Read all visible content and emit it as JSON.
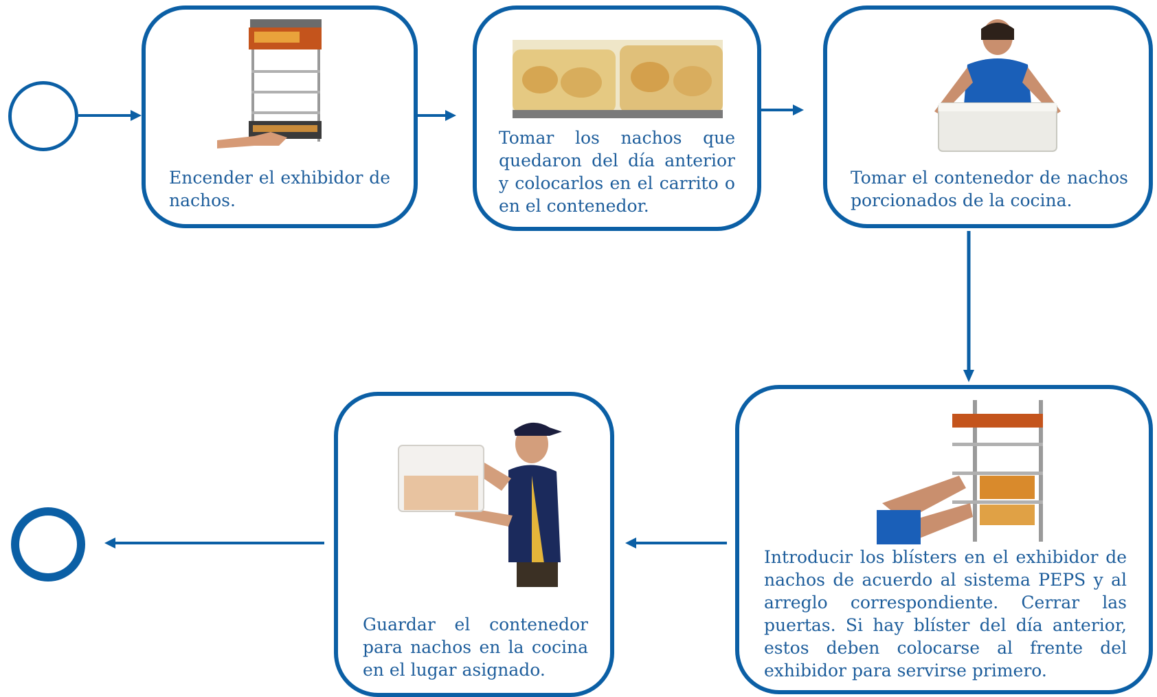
{
  "colors": {
    "stroke": "#0b5fa5",
    "text": "#1d5d9b"
  },
  "start_event": {},
  "end_event": {},
  "steps": [
    {
      "id": "step-1",
      "text": "Encender el exhibidor de nachos.",
      "picture": "nacho-warmer-display-hand-switch"
    },
    {
      "id": "step-2",
      "text": "Tomar los nachos que quedaron del día anterior y colocarlos en el carrito o en el contenedor.",
      "picture": "bagged-nachos"
    },
    {
      "id": "step-3",
      "text": "Tomar el contenedor de nachos porcionados de la cocina.",
      "picture": "employee-holding-container"
    },
    {
      "id": "step-4",
      "text": "Introducir los blísters en el exhibidor de nachos de acuerdo al sistema PEPS y al arreglo correspondiente.  Cerrar las puertas.  Si hay blíster del día anterior, estos deben colocarse al frente del exhibidor para servirse primero.",
      "picture": "loading-blisters-into-display"
    },
    {
      "id": "step-5",
      "text": "Guardar el contenedor para nachos en la cocina en el lugar asignado.",
      "picture": "employee-carrying-container"
    }
  ],
  "flows": [
    {
      "from": "start",
      "to": "step-1"
    },
    {
      "from": "step-1",
      "to": "step-2"
    },
    {
      "from": "step-2",
      "to": "step-3"
    },
    {
      "from": "step-3",
      "to": "step-4"
    },
    {
      "from": "step-4",
      "to": "step-5"
    },
    {
      "from": "step-5",
      "to": "end"
    }
  ]
}
